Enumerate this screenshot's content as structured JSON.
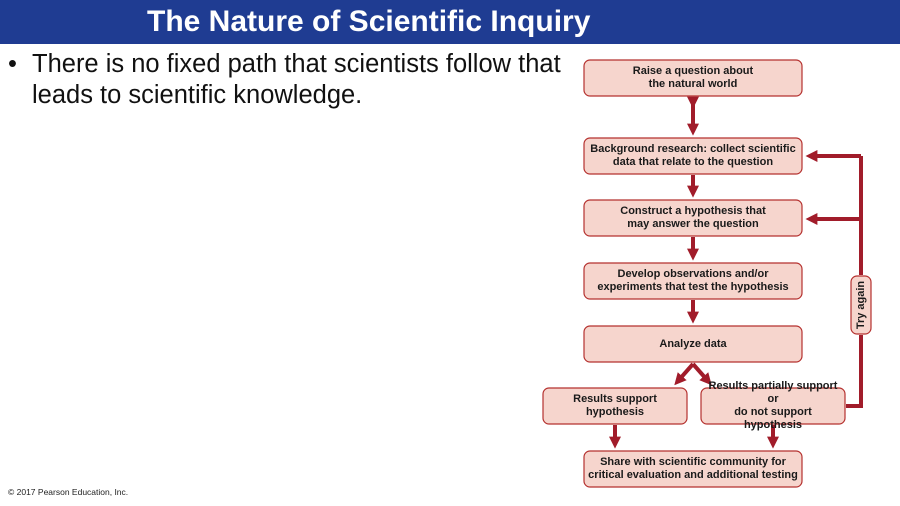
{
  "slide": {
    "title": "The Nature of Scientific Inquiry",
    "bullet": "There is no fixed path that scientists follow that leads to scientific knowledge.",
    "bullet_marker": "•",
    "copyright": "© 2017 Pearson Education, Inc."
  },
  "colors": {
    "title_bar": "#1f3c92",
    "box_fill": "#f6d5cd",
    "box_border": "#b5312f",
    "arrow": "#a11c2a"
  },
  "diagram": {
    "steps": [
      "Raise a question about\nthe natural world",
      "Background research: collect scientific\ndata that relate to the question",
      "Construct a hypothesis that\nmay answer the question",
      "Develop observations and/or\nexperiments that test the hypothesis",
      "Analyze data"
    ],
    "results_support": "Results support\nhypothesis",
    "results_not_support": "Results partially support or\ndo not support hypothesis",
    "share": "Share with scientific community for\ncritical evaluation and additional testing",
    "loop_label": "Try again"
  }
}
